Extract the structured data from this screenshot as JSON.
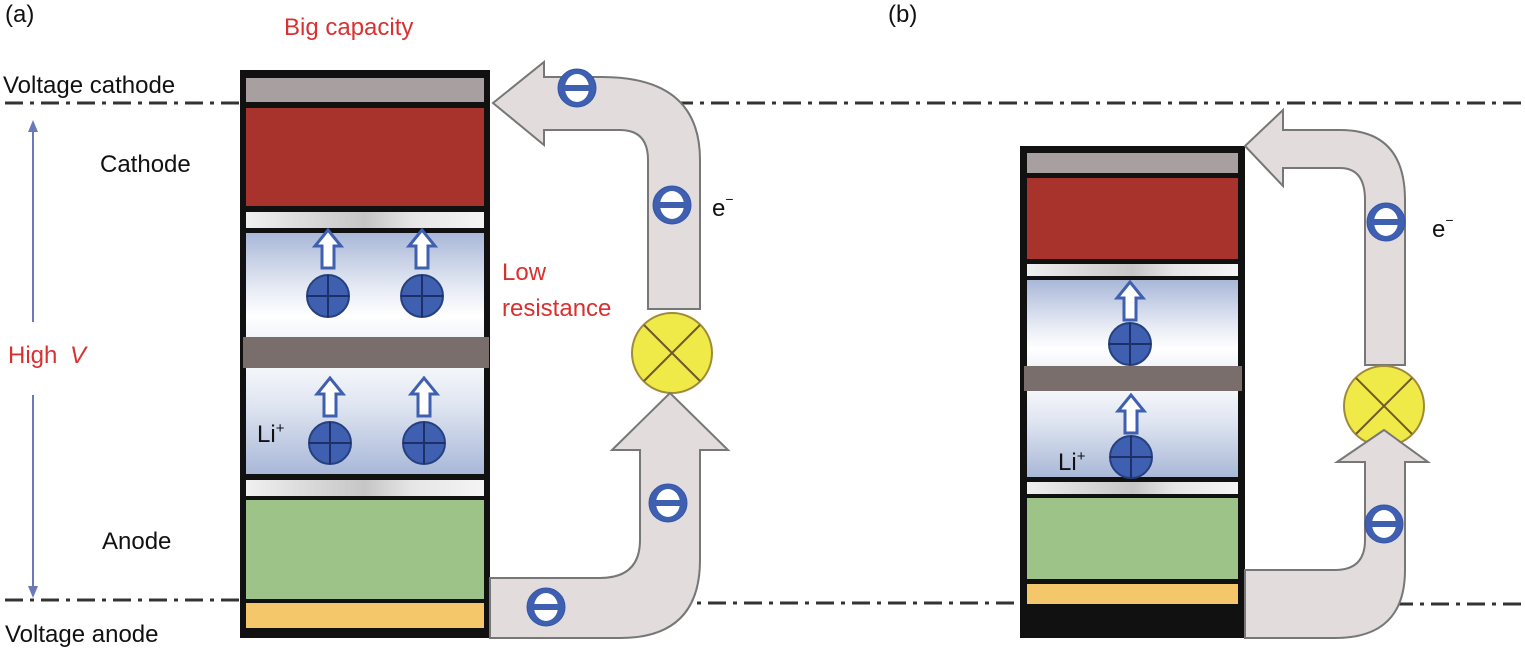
{
  "panels": [
    {
      "id": "a",
      "label": "(a)",
      "annotations": {
        "top": "Big capacity",
        "side": "Low resistance",
        "side_line1": "Low",
        "side_line2": "resistance"
      },
      "labels": {
        "voltage_cathode": "Voltage cathode",
        "cathode": "Cathode",
        "high_v_prefix": "High ",
        "high_v_symbol": "V",
        "anode": "Anode",
        "voltage_anode": "Voltage anode",
        "li_ion": "Li",
        "li_charge": "+",
        "electron": "e",
        "electron_charge": "−"
      },
      "li_ions_per_layer": 2,
      "electrons": 4
    },
    {
      "id": "b",
      "label": "(b)",
      "labels": {
        "li_ion": "Li",
        "li_charge": "+",
        "electron": "e",
        "electron_charge": "−"
      },
      "li_ions_per_layer": 1,
      "electrons": 2
    }
  ],
  "legend_colors": {
    "cathode": "#a8322c",
    "anode": "#9ec389",
    "cathode_collector": "#a8a0a0",
    "anode_collector": "#f5c76b",
    "separator": "#7a6e6c",
    "electrolyte": "#a9b8d8",
    "ion": "#3f5fb0",
    "bulb": "#f0ea48",
    "wire": "#e2dcdc",
    "annotation_red": "#d93030",
    "voltage_arrow": "#6a7ab8"
  }
}
